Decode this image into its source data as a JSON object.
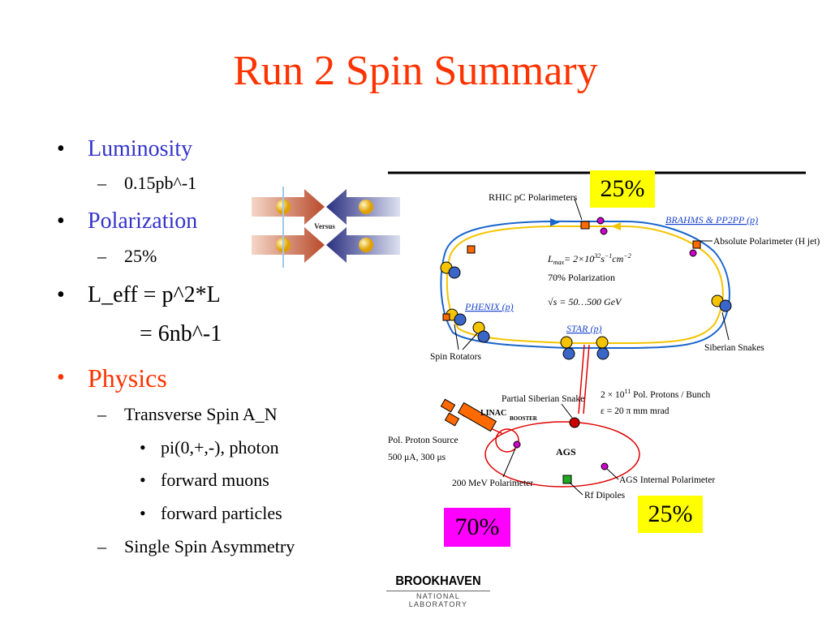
{
  "title": "Run 2 Spin Summary",
  "bullets": {
    "b1": "•",
    "b2": "•",
    "b3": "•",
    "b4": "•",
    "dash": "–",
    "dot": "•",
    "luminosity": "Luminosity",
    "lum_value": "0.15pb^-1",
    "polarization": "Polarization",
    "pol_value": "25%",
    "leff": "L_eff = p^2*L",
    "leff2": "= 6nb^-1",
    "physics": "Physics",
    "transverse": "Transverse Spin A_N",
    "pi": "pi(0,+,-), photon",
    "muons": "forward muons",
    "particles": "forward particles",
    "ssa": "Single Spin Asymmetry"
  },
  "versus": "Versus",
  "diagram": {
    "rhic_pc": "RHIC pC Polarimeters",
    "brahms": "BRAHMS & PP2PP (p)",
    "abs_pol": "Absolute Polarimeter (H jet)",
    "lmax": "L",
    "lmax_sub": "max",
    "lmax_eq": "= 2×10",
    "lmax_exp": "32",
    "lmax_s": "s",
    "lmax_sexp": "−1",
    "lmax_cm": "cm",
    "lmax_cmexp": "−2",
    "pol70": "70% Polarization",
    "sqrt_s": "√s = 50…500 GeV",
    "phenix": "PHENIX (p)",
    "star": "STAR (p)",
    "spin_rot": "Spin Rotators",
    "sib_snakes": "Siberian Snakes",
    "partial_snake": "Partial Siberian Snake",
    "protons": "2 × 10",
    "protons_exp": "11",
    "protons_rest": " Pol. Protons / Bunch",
    "emittance": "ε = 20 π mm mrad",
    "linac": "LINAC",
    "booster": "BOOSTER",
    "ags": "AGS",
    "pol_source": "Pol. Proton Source",
    "pol_source2": "500 μA, 300 μs",
    "mev_pol": "200 MeV Polarimeter",
    "ags_int": "AGS Internal Polarimeter",
    "rf": "Rf Dipoles"
  },
  "boxes": {
    "top_25": "25%",
    "bottom_25": "25%",
    "pct_70": "70%"
  },
  "logo": {
    "line1": "BROOKHAVEN",
    "line2": "NATIONAL LABORATORY"
  },
  "colors": {
    "title": "#ff3300",
    "blue_text": "#3333cc",
    "yellow_box": "#ffff00",
    "magenta_box": "#ff00ff",
    "ring_blue": "#1a66cc",
    "ring_yellow": "#f5c400"
  }
}
